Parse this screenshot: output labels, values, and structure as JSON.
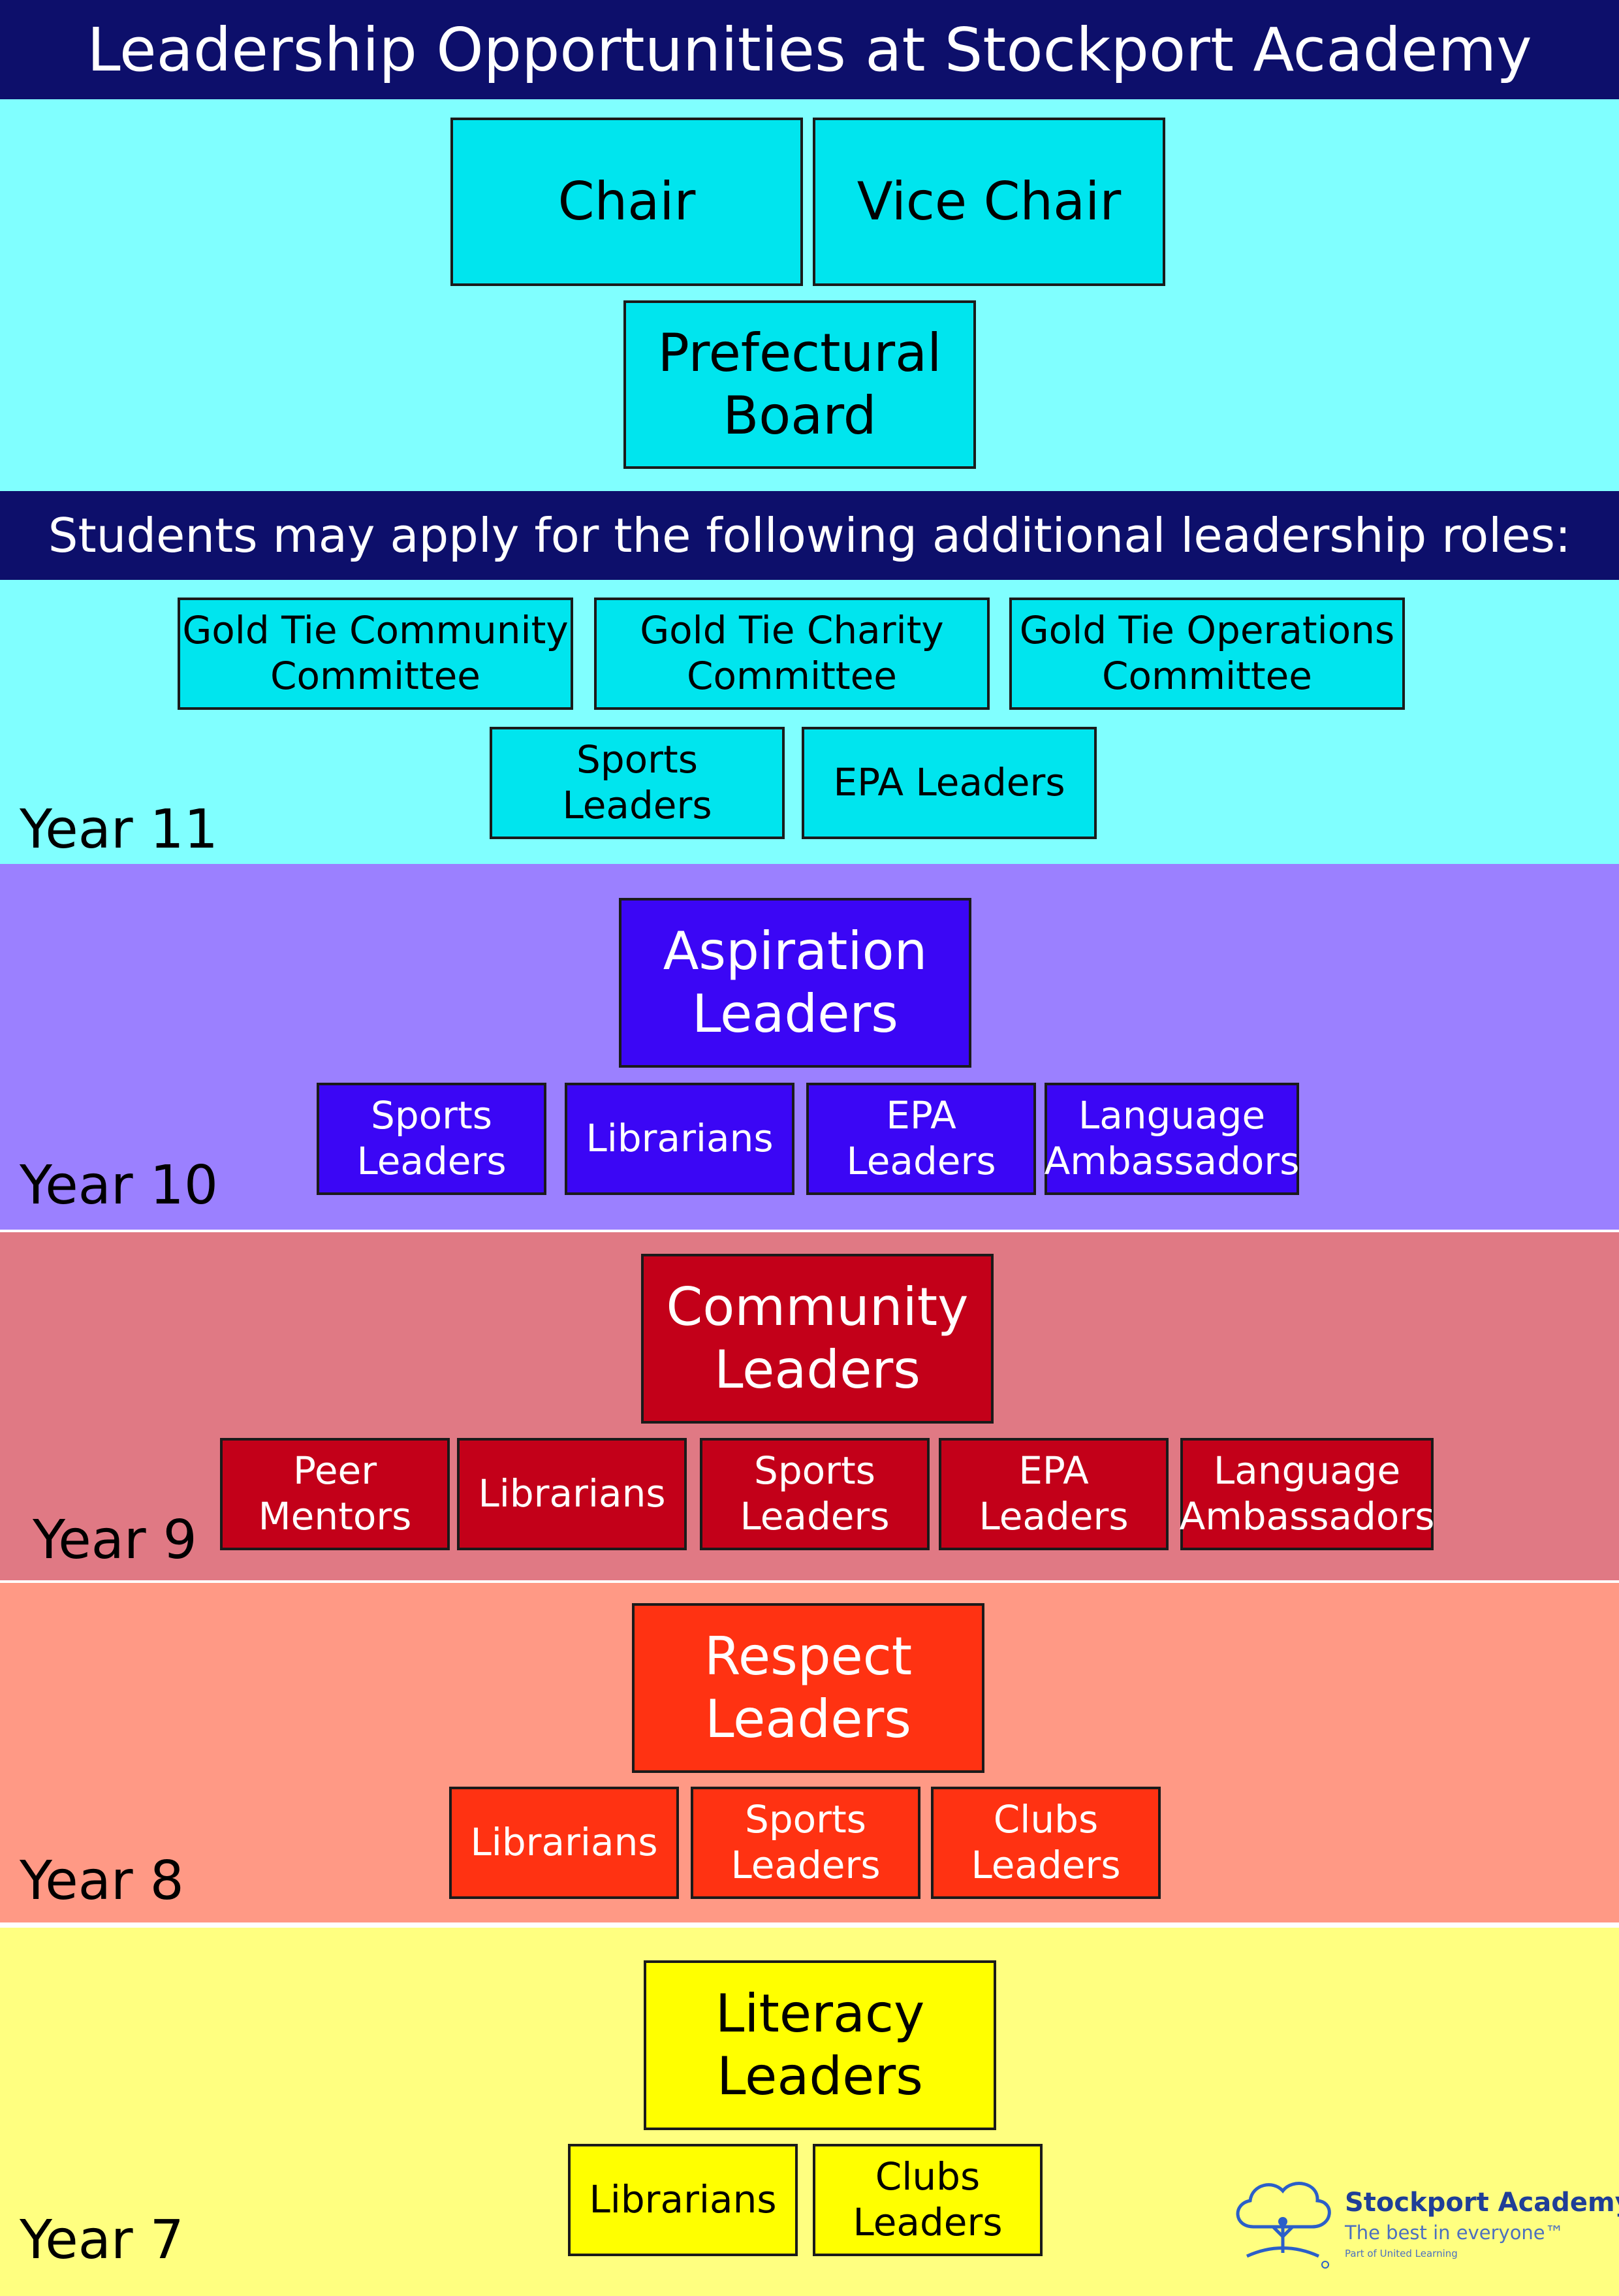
{
  "title": "Leadership Opportunities at Stockport Academy",
  "top_roles": {
    "chair": "Chair",
    "vice_chair": "Vice Chair",
    "prefectural_board": "Prefectural\nBoard"
  },
  "additional_heading": "Students may apply for the following additional leadership roles:",
  "year11": {
    "label": "Year 11",
    "roles": [
      "Gold Tie Community\nCommittee",
      "Gold Tie Charity\nCommittee",
      "Gold Tie Operations\nCommittee",
      "Sports\nLeaders",
      "EPA Leaders"
    ]
  },
  "year10": {
    "label": "Year 10",
    "main": "Aspiration\nLeaders",
    "roles": [
      "Sports\nLeaders",
      "Librarians",
      "EPA\nLeaders",
      "Language\nAmbassadors"
    ]
  },
  "year9": {
    "label": "Year 9",
    "main": "Community\nLeaders",
    "roles": [
      "Peer\nMentors",
      "Librarians",
      "Sports\nLeaders",
      "EPA\nLeaders",
      "Language\nAmbassadors"
    ]
  },
  "year8": {
    "label": "Year 8",
    "main": "Respect\nLeaders",
    "roles": [
      "Librarians",
      "Sports\nLeaders",
      "Clubs\nLeaders"
    ]
  },
  "year7": {
    "label": "Year 7",
    "main": "Literacy\nLeaders",
    "roles": [
      "Librarians",
      "Clubs\nLeaders"
    ]
  },
  "logo": {
    "name": "Stockport Academy",
    "tagline": "The best in everyone™",
    "subline": "Part of United Learning"
  },
  "colors": {
    "header_bar": "#0d0f6b",
    "year11_bg": "#80ffff",
    "year11_box": "#00e5ee",
    "year10_bg": "#9b80ff",
    "year10_box": "#3b06f5",
    "year9_bg": "#e07984",
    "year9_box": "#c30019",
    "year8_bg": "#ff9985",
    "year8_box": "#ff3212",
    "year7_bg": "#ffff80",
    "year7_box": "#ffff00"
  }
}
